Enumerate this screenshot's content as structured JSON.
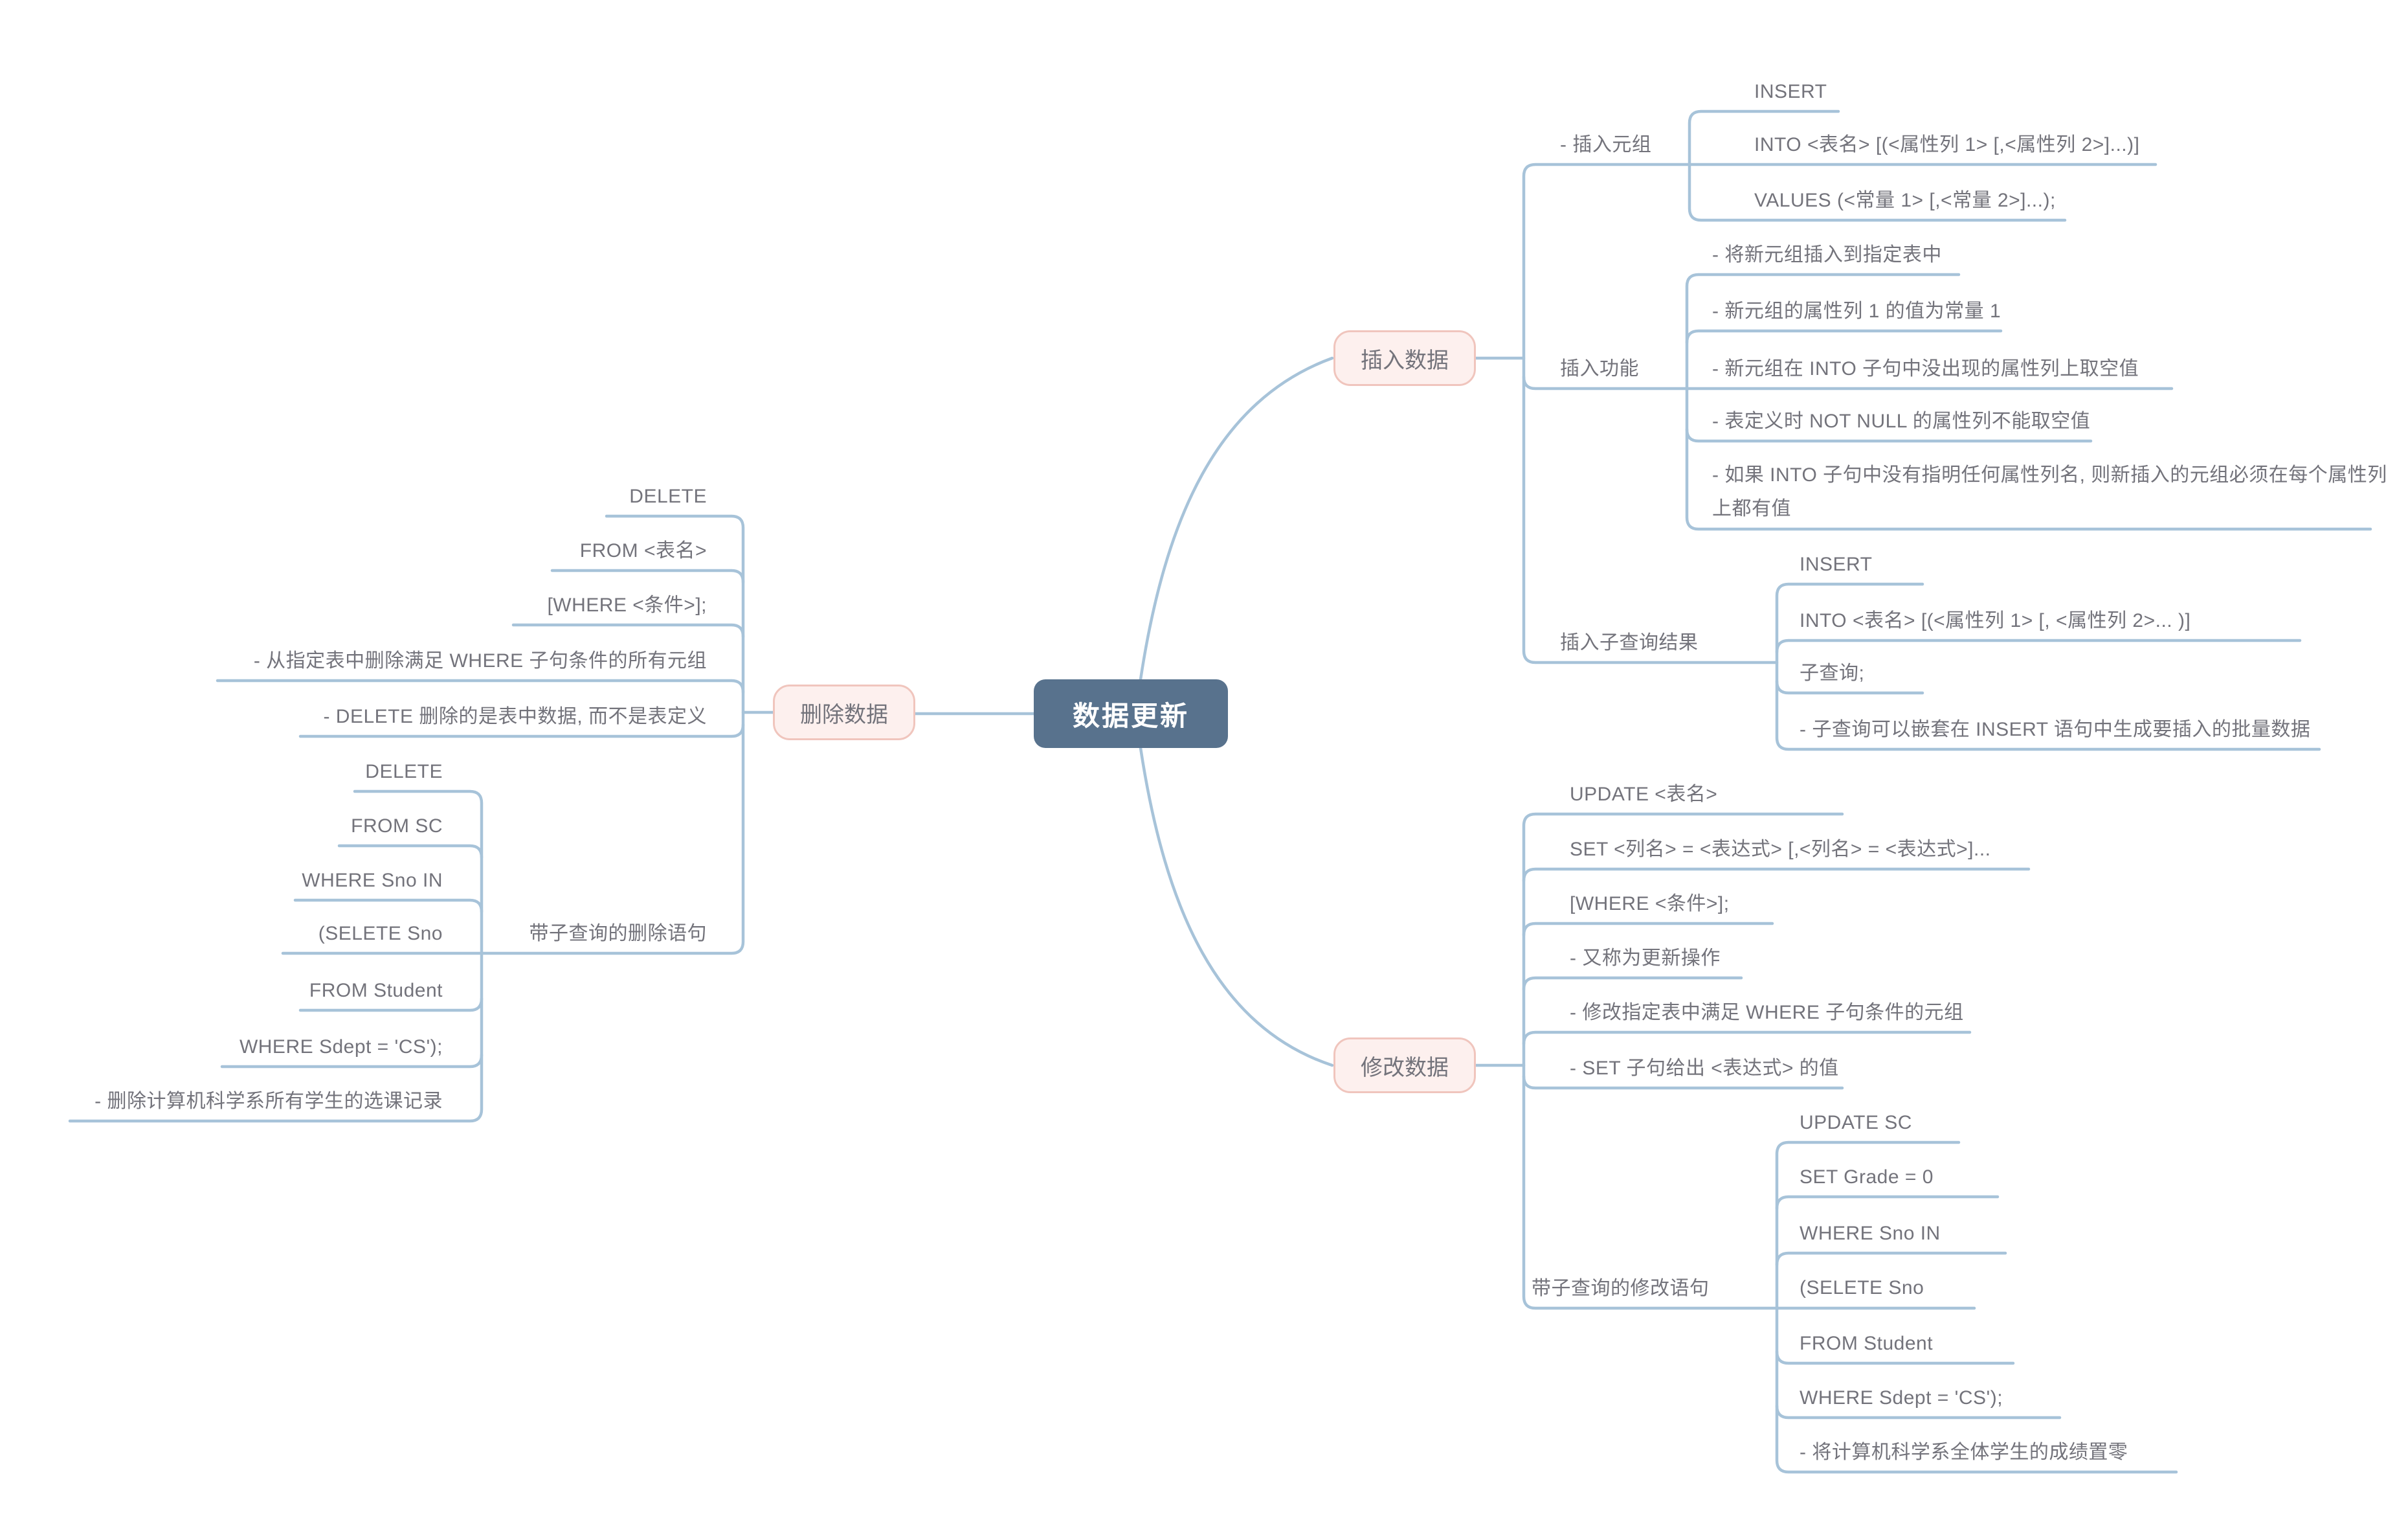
{
  "colors": {
    "connector_line": "#a7c3d9",
    "topic_text": "#73737b",
    "root_fill": "#58728d",
    "root_text": "#ffffff",
    "branch_fill": "#fdf0ee",
    "branch_border": "#f0c5bd"
  },
  "root": {
    "label": "数据更新"
  },
  "insert": {
    "label": "插入数据",
    "tuple": {
      "label": "- 插入元组",
      "lines": [
        "INSERT",
        "INTO <表名> [(<属性列 1> [,<属性列 2>]...)]",
        "VALUES (<常量 1> [,<常量 2>]...);"
      ]
    },
    "function": {
      "label": "插入功能",
      "lines": [
        "- 将新元组插入到指定表中",
        "- 新元组的属性列 1 的值为常量 1",
        "- 新元组在 INTO 子句中没出现的属性列上取空值",
        "- 表定义时 NOT NULL 的属性列不能取空值",
        "- 如果 INTO 子句中没有指明任何属性列名, 则新插入的元组必须在每个属性列上都有值"
      ]
    },
    "subquery_result": {
      "label": "插入子查询结果",
      "lines": [
        "INSERT",
        "INTO <表名> [(<属性列 1> [, <属性列 2>... )]",
        "子查询;",
        "- 子查询可以嵌套在 INSERT 语句中生成要插入的批量数据"
      ]
    }
  },
  "delete": {
    "label": "删除数据",
    "syntax": [
      "DELETE",
      "FROM <表名>",
      "[WHERE <条件>];",
      "- 从指定表中删除满足 WHERE 子句条件的所有元组",
      "- DELETE 删除的是表中数据, 而不是表定义"
    ],
    "subquery": {
      "label": "带子查询的删除语句",
      "lines": [
        "DELETE",
        "FROM SC",
        "WHERE Sno IN",
        "(SELETE Sno",
        "FROM Student",
        "WHERE Sdept = 'CS');",
        "- 删除计算机科学系所有学生的选课记录"
      ]
    }
  },
  "update": {
    "label": "修改数据",
    "syntax": [
      "UPDATE <表名>",
      "SET <列名> = <表达式> [,<列名> = <表达式>]...",
      "[WHERE <条件>];",
      "- 又称为更新操作",
      "- 修改指定表中满足 WHERE 子句条件的元组",
      "- SET 子句给出 <表达式> 的值"
    ],
    "subquery": {
      "label": "带子查询的修改语句",
      "lines": [
        "UPDATE SC",
        "SET Grade = 0",
        "WHERE Sno IN",
        "(SELETE Sno",
        "FROM Student",
        "WHERE Sdept = 'CS');",
        "- 将计算机科学系全体学生的成绩置零"
      ]
    }
  }
}
